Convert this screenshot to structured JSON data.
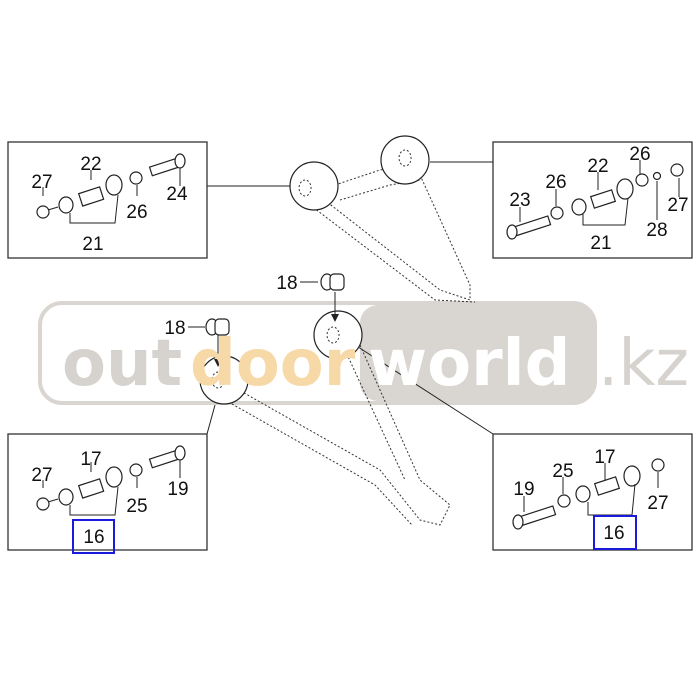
{
  "diagram": {
    "watermark": {
      "part1": "out",
      "part2": "door",
      "part3": "world",
      "suffix": ".kz",
      "colors": {
        "gray": "#d6d3cf",
        "orange": "#f7d9a8",
        "box": "#d9d6d2"
      }
    },
    "highlight_color": "#1a1adb",
    "detail_top_left": {
      "labels": [
        "27",
        "22",
        "24",
        "26",
        "21"
      ]
    },
    "detail_top_right": {
      "labels": [
        "23",
        "26",
        "22",
        "26",
        "27",
        "28",
        "21"
      ]
    },
    "detail_bottom_left": {
      "labels": [
        "27",
        "17",
        "19",
        "25",
        "16"
      ]
    },
    "detail_bottom_right": {
      "labels": [
        "19",
        "25",
        "17",
        "27",
        "16"
      ]
    },
    "callouts": {
      "bushing_upper": "18",
      "bushing_lower": "18"
    }
  }
}
